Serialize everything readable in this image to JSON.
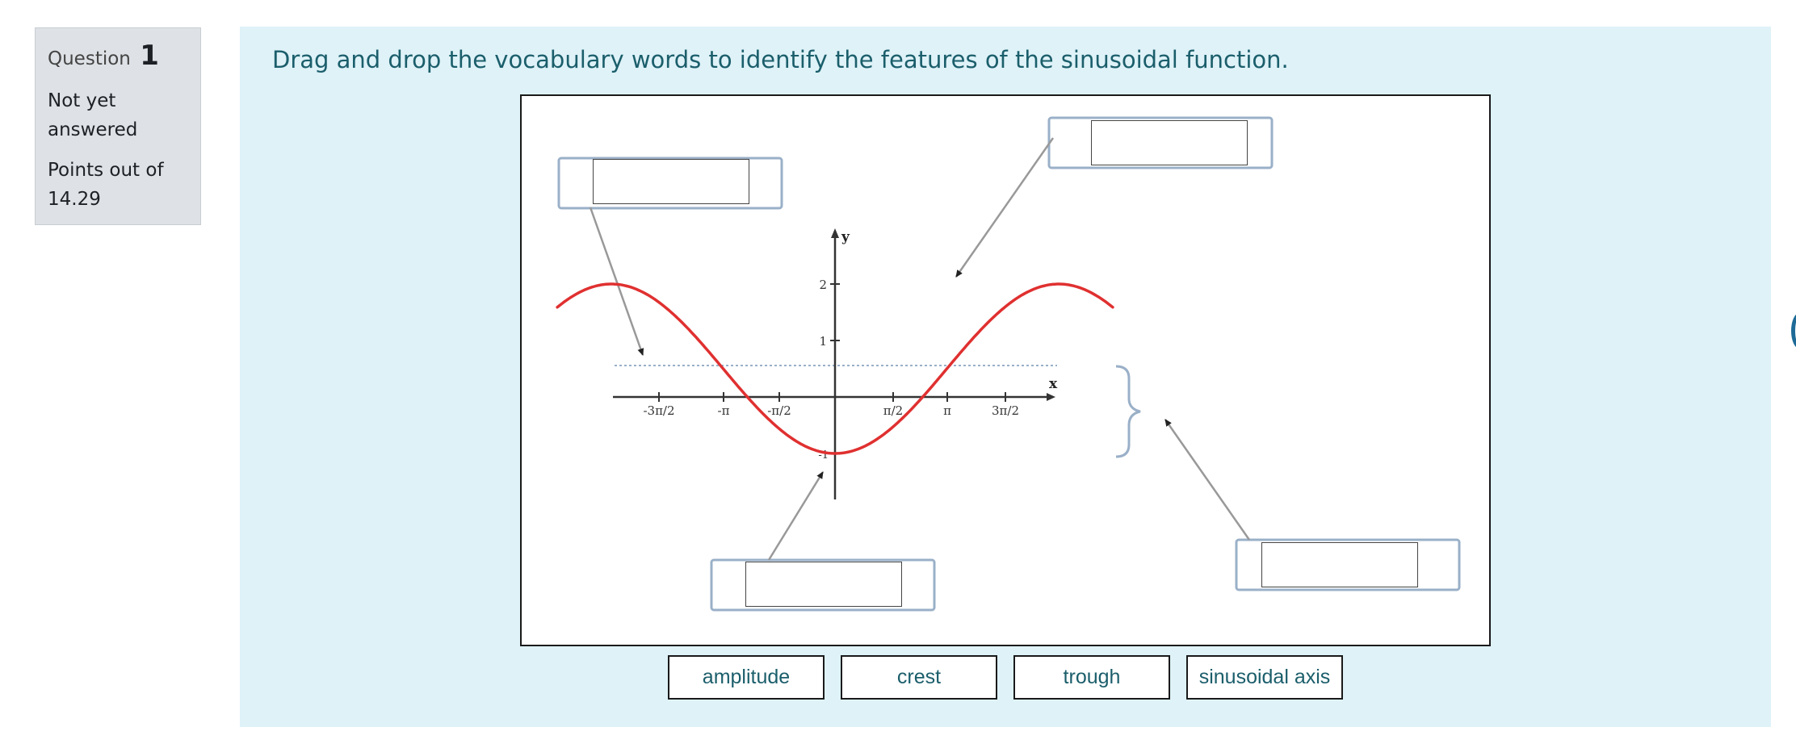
{
  "question_info": {
    "label": "Question",
    "number": "1",
    "state": "Not yet answered",
    "grade": "Points out of 14.29"
  },
  "question": {
    "text": "Drag and drop the vocabulary words to identify the features of the sinusoidal function."
  },
  "graph": {
    "y_axis_label": "y",
    "x_axis_label": "x",
    "y_ticks": [
      "2",
      "1",
      "-1"
    ],
    "x_ticks": [
      "-3π/2",
      "-π",
      "-π/2",
      "π/2",
      "π",
      "3π/2"
    ],
    "curve_color": "#e03030",
    "guide_color": "#9ab0c8"
  },
  "choices": [
    {
      "label": "amplitude"
    },
    {
      "label": "crest"
    },
    {
      "label": "trough"
    },
    {
      "label": "sinusoidal axis"
    }
  ]
}
